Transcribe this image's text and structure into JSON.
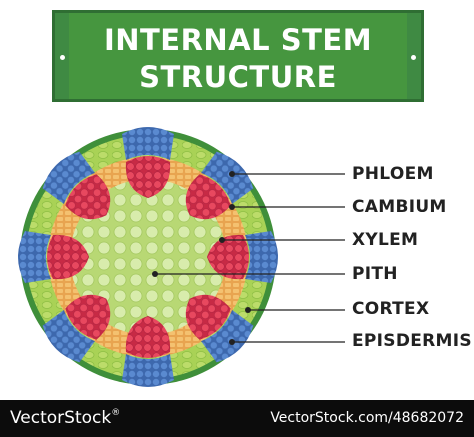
{
  "title": {
    "line1": "INTERNAL STEM",
    "line2": "STRUCTURE"
  },
  "labels": [
    {
      "id": "phloem",
      "text": "PHLOEM"
    },
    {
      "id": "cambium",
      "text": "CAMBIUM"
    },
    {
      "id": "xylem",
      "text": "XYLEM"
    },
    {
      "id": "pith",
      "text": "PITH"
    },
    {
      "id": "cortex",
      "text": "CORTEX"
    },
    {
      "id": "epidermis",
      "text": "EPISDERMIS"
    }
  ],
  "footer": {
    "brand": "VectorStock",
    "registered": "®",
    "url": "VectorStock.com/48682072"
  },
  "colors": {
    "banner": "#46963f",
    "epidermis": "#4a9a3a",
    "cortex": "#a7cf52",
    "cambium": "#f0b15a",
    "phloem": "#4d7ec4",
    "xylem": "#e0405a",
    "pith": "#cfe6a0"
  }
}
